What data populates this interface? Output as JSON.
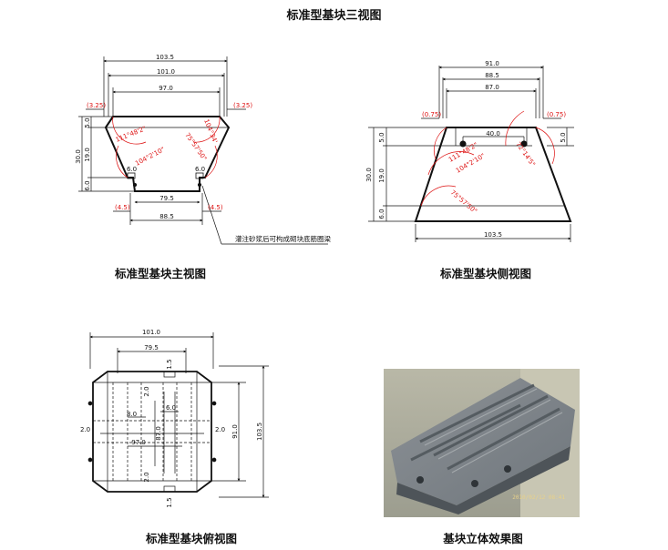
{
  "title": "标准型基块三视图",
  "front_view": {
    "caption": "标准型基块主视图",
    "dims": {
      "top1": "103.5",
      "top2": "101.0",
      "top3": "97.0",
      "left_paren": "(3.25)",
      "right_paren": "(3.25)",
      "h_total": "30.0",
      "h_top": "5.0",
      "h_mid": "19.0",
      "h_bot": "6.0",
      "notch_left": "6.0",
      "notch_right": "6.0",
      "bottom_inner": "79.5",
      "bottom_outer": "88.5",
      "foot_left": "(4.5)",
      "foot_right": "(4.5)"
    },
    "angles": {
      "a1": "111°48'2\"",
      "a2": "104°2'10\"",
      "a3": "75°57'50\"",
      "a4": "104°34'"
    },
    "note": "灌注砂浆后可构成砌块底筋圈梁"
  },
  "side_view": {
    "caption": "标准型基块侧视图",
    "dims": {
      "top1": "91.0",
      "top2": "88.5",
      "top3": "87.0",
      "left_paren": "(0.75)",
      "right_paren": "(0.75)",
      "inner": "40.0",
      "h_total": "30.0",
      "h_top": "5.0",
      "h_mid": "19.0",
      "h_bot": "6.0",
      "right_h": "5.0",
      "bottom": "103.5"
    },
    "angles": {
      "a1": "111°48'2\"",
      "a2": "104°2'10\"",
      "a3": "75°57'50\"",
      "a4": "72°14'5\""
    }
  },
  "top_view": {
    "caption": "标准型基块俯视图",
    "dims": {
      "width_outer": "101.0",
      "width_inner": "79.5",
      "top_small": "1.5",
      "bottom_small": "1.5",
      "left": "2.0",
      "right": "2.0",
      "slot": "6.0",
      "slot2": "8.0",
      "inner_width": "97.0",
      "inner_h": "87.0",
      "h_91": "91.0",
      "h_1035": "103.5",
      "v_top": "2.0",
      "v_bot": "2.0"
    }
  },
  "photo": {
    "caption": "基块立体效果图",
    "stamp": "2010/02/12 08:41"
  }
}
